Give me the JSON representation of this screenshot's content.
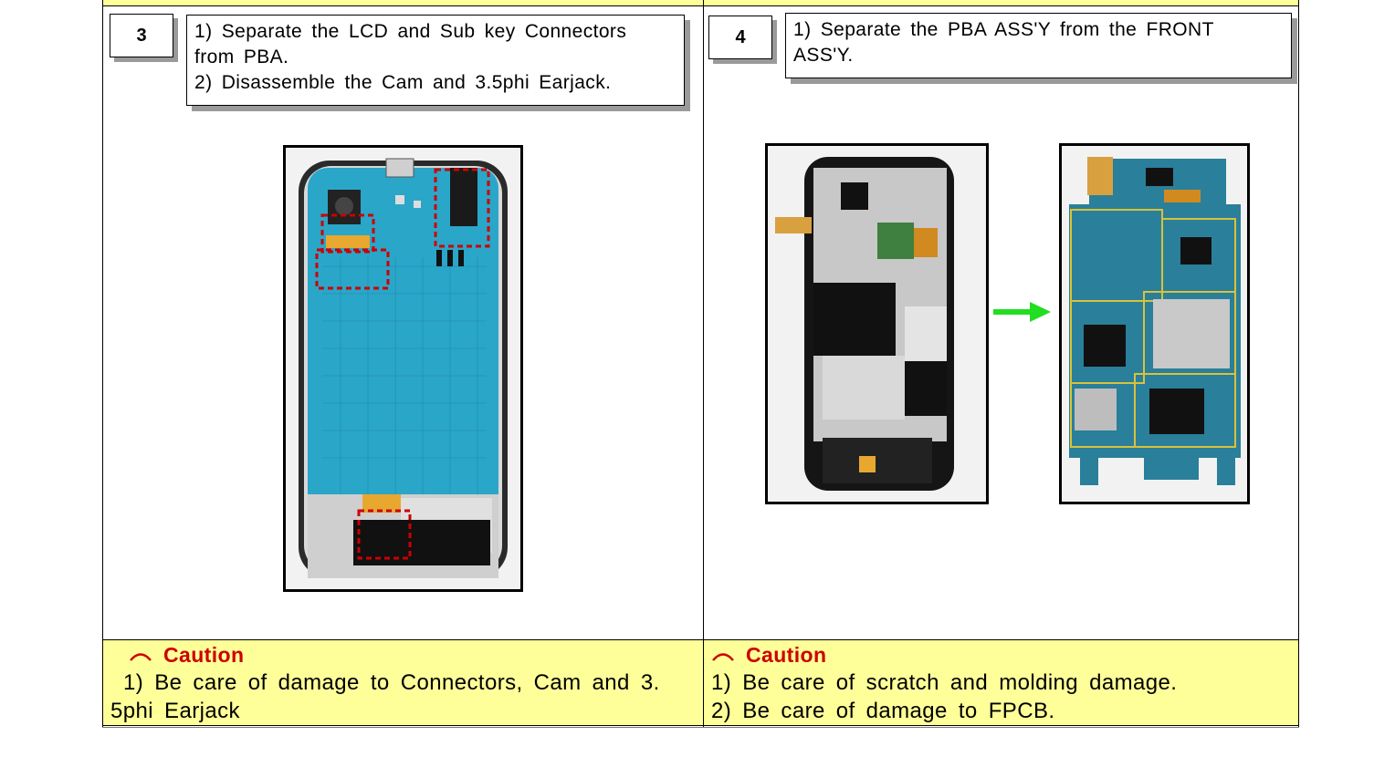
{
  "steps": [
    {
      "number": "3",
      "instructions": [
        "1) Separate the LCD and Sub key Connectors",
        "from PBA.",
        "2) Disassemble the Cam and 3.5phi Earjack."
      ],
      "caution_title": "Caution",
      "caution_lines": [
        "1) Be care of damage to Connectors, Cam and 3.",
        "5phi Earjack"
      ]
    },
    {
      "number": "4",
      "instructions": [
        "1) Separate the PBA ASS'Y from the FRONT",
        "ASS'Y."
      ],
      "caution_title": "Caution",
      "caution_lines": [
        "1) Be care of scratch and molding damage.",
        "2) Be care of damage to FPCB."
      ]
    }
  ],
  "colors": {
    "caution_bg": "#ffff99",
    "caution_title": "#cc0000",
    "highlight_box": "#cc0000",
    "arrow": "#22dd22",
    "pcb": "#2aa6c9"
  }
}
